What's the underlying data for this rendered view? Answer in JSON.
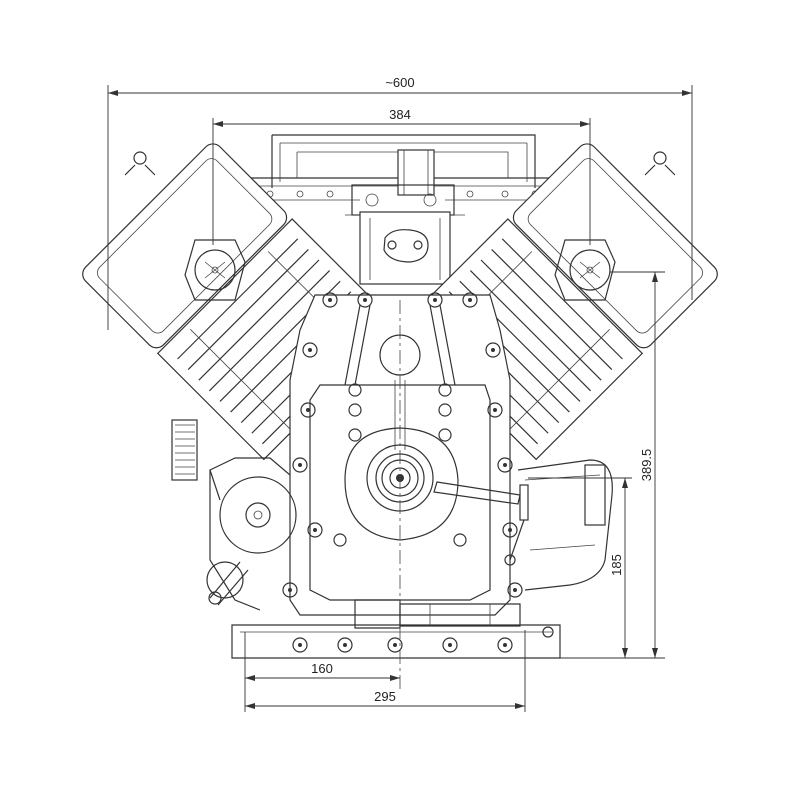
{
  "dimensions": {
    "overall_width": "~600",
    "head_span": "384",
    "height_total": "389.5",
    "height_lower": "185",
    "base_left_offset": "160",
    "base_width": "295"
  }
}
